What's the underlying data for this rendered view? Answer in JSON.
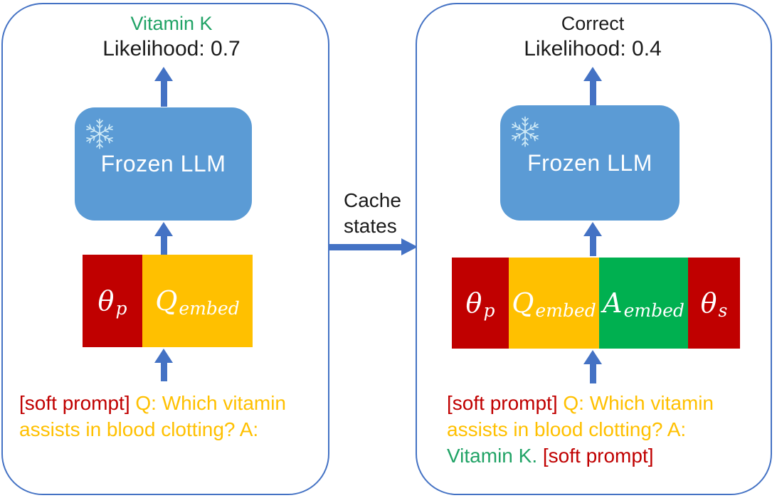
{
  "palette": {
    "border_blue": "#4472C4",
    "arrow_blue": "#4472C4",
    "llm_blue": "#5B9BD5",
    "dark_red": "#C00000",
    "gold": "#FFC000",
    "green": "#00B050",
    "text_green": "#21A366",
    "black": "#1B1B1B",
    "white": "#FFFFFF",
    "snowflake_blue": "#CDE9F6"
  },
  "left": {
    "prediction": "Vitamin K",
    "likelihood": "Likelihood: 0.7",
    "llm_label": "Frozen LLM",
    "blocks": [
      {
        "symbol": "θ",
        "subscript": "p",
        "color_key": "dark_red"
      },
      {
        "symbol": "Q",
        "subscript": "embed",
        "color_key": "gold"
      }
    ],
    "prompt_lines": [
      {
        "segments": [
          {
            "text": "[soft prompt]",
            "color_key": "dark_red"
          },
          {
            "text": " Q: Which vitamin",
            "color_key": "gold"
          }
        ]
      },
      {
        "segments": [
          {
            "text": "assists in blood clotting? A:",
            "color_key": "gold"
          }
        ]
      }
    ]
  },
  "connector": {
    "label_line1": "Cache",
    "label_line2": "states"
  },
  "right": {
    "prediction": "Correct",
    "likelihood": "Likelihood: 0.4",
    "llm_label": "Frozen LLM",
    "blocks": [
      {
        "symbol": "θ",
        "subscript": "p",
        "color_key": "dark_red"
      },
      {
        "symbol": "Q",
        "subscript": "embed",
        "color_key": "gold"
      },
      {
        "symbol": "A",
        "subscript": "embed",
        "color_key": "green"
      },
      {
        "symbol": "θ",
        "subscript": "s",
        "color_key": "dark_red"
      }
    ],
    "prompt_lines": [
      {
        "segments": [
          {
            "text": "[soft prompt]",
            "color_key": "dark_red"
          },
          {
            "text": " Q: Which vitamin",
            "color_key": "gold"
          }
        ]
      },
      {
        "segments": [
          {
            "text": "assists in blood clotting? A:",
            "color_key": "gold"
          }
        ]
      },
      {
        "segments": [
          {
            "text": "Vitamin K.",
            "color_key": "text_green"
          },
          {
            "text": " [soft prompt]",
            "color_key": "dark_red"
          }
        ]
      }
    ]
  }
}
